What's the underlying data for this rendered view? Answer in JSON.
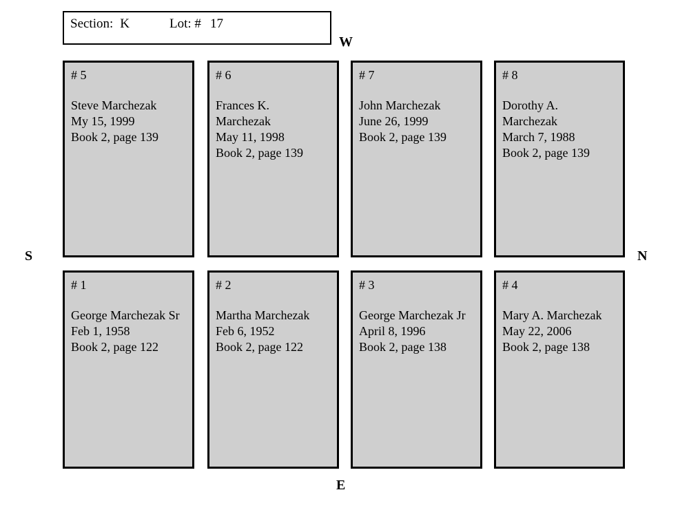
{
  "header": {
    "section_label": "Section:",
    "section_value": "K",
    "lot_label": "Lot: #",
    "lot_value": "17"
  },
  "compass": {
    "west": "W",
    "south": "S",
    "north": "N",
    "east": "E"
  },
  "plots": [
    {
      "number": "# 5",
      "lines": [
        "Steve Marchezak",
        "My 15, 1999",
        "Book 2, page 139"
      ],
      "name": "Steve Marchezak",
      "date": "My 15, 1999",
      "reference": "Book 2, page 139"
    },
    {
      "number": "# 6",
      "lines": [
        "Frances K.",
        "Marchezak",
        "May 11, 1998",
        "Book 2, page 139"
      ],
      "name": "Frances K. Marchezak",
      "date": "May 11, 1998",
      "reference": "Book 2, page 139"
    },
    {
      "number": "# 7",
      "lines": [
        "John Marchezak",
        "June 26, 1999",
        "Book 2, page 139"
      ],
      "name": "John Marchezak",
      "date": "June 26, 1999",
      "reference": "Book 2, page 139"
    },
    {
      "number": "# 8",
      "lines": [
        "Dorothy A.",
        "Marchezak",
        "March 7, 1988",
        "Book 2, page 139"
      ],
      "name": "Dorothy A. Marchezak",
      "date": "March 7, 1988",
      "reference": "Book 2, page 139"
    },
    {
      "number": "# 1",
      "lines": [
        "George Marchezak Sr",
        "Feb 1, 1958",
        "Book 2, page 122"
      ],
      "name": "George Marchezak Sr",
      "date": "Feb 1, 1958",
      "reference": "Book 2, page 122"
    },
    {
      "number": "# 2",
      "lines": [
        "Martha Marchezak",
        "Feb 6, 1952",
        "Book 2, page 122"
      ],
      "name": "Martha Marchezak",
      "date": "Feb 6, 1952",
      "reference": "Book 2, page 122"
    },
    {
      "number": "# 3",
      "lines": [
        "George Marchezak Jr",
        "April 8, 1996",
        "Book 2, page 138"
      ],
      "name": "George Marchezak Jr",
      "date": "April 8, 1996",
      "reference": "Book 2, page 138"
    },
    {
      "number": "# 4",
      "lines": [
        "Mary A. Marchezak",
        "May 22, 2006",
        "Book 2, page 138"
      ],
      "name": "Mary A. Marchezak",
      "date": "May 22, 2006",
      "reference": "Book 2, page 138"
    }
  ],
  "colors": {
    "plot_fill": "#cfcfcf",
    "border": "#000000",
    "background": "#ffffff"
  }
}
